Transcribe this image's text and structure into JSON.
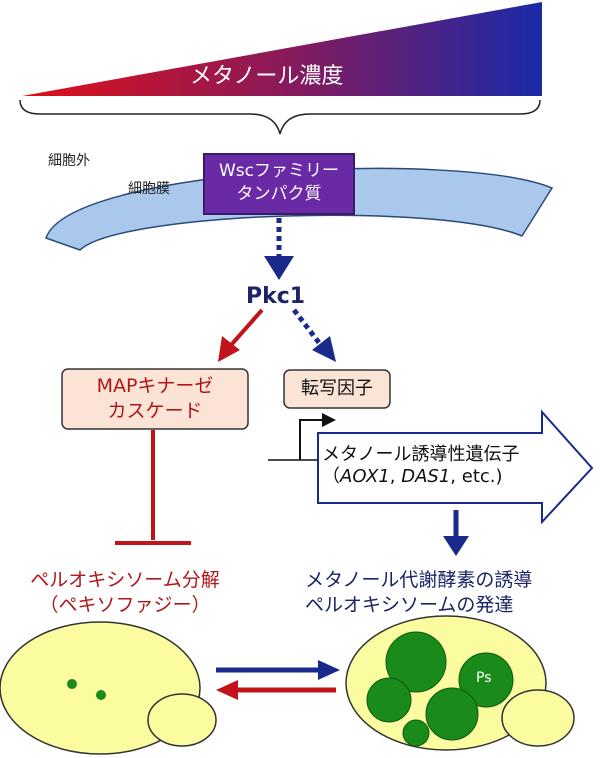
{
  "gradient": {
    "label": "メタノール濃度"
  },
  "membrane": {
    "outside_label": "細胞外",
    "membrane_label": "細胞膜"
  },
  "wsc": {
    "line1": "Wscファミリー",
    "line2": "タンパク質"
  },
  "pkc1": {
    "label": "Pkc1"
  },
  "mapk": {
    "line1": "MAPキナーゼ",
    "line2": "カスケード"
  },
  "tf": {
    "label": "転写因子"
  },
  "gene": {
    "line1": "メタノール誘導性遺伝子",
    "paren_open": "（",
    "g1": "AOX1",
    "sep": ", ",
    "g2": "DAS1",
    "tail": ", etc.)"
  },
  "pexophagy": {
    "line1": "ペルオキシソーム分解",
    "line2": "（ペキソファジー）"
  },
  "induction": {
    "line1": "メタノール代謝酵素の誘導",
    "line2": "ペルオキシソームの発達"
  },
  "cell_right": {
    "ps_label": "Ps"
  },
  "colors": {
    "red": "#c0141a",
    "navy": "#1a2a8c",
    "purple": "#6a2aa6",
    "membrane": "#a9c8ec",
    "peach": "#fbe3d6",
    "cell": "#fbfba0",
    "peroxisome": "#1a8a1a"
  }
}
